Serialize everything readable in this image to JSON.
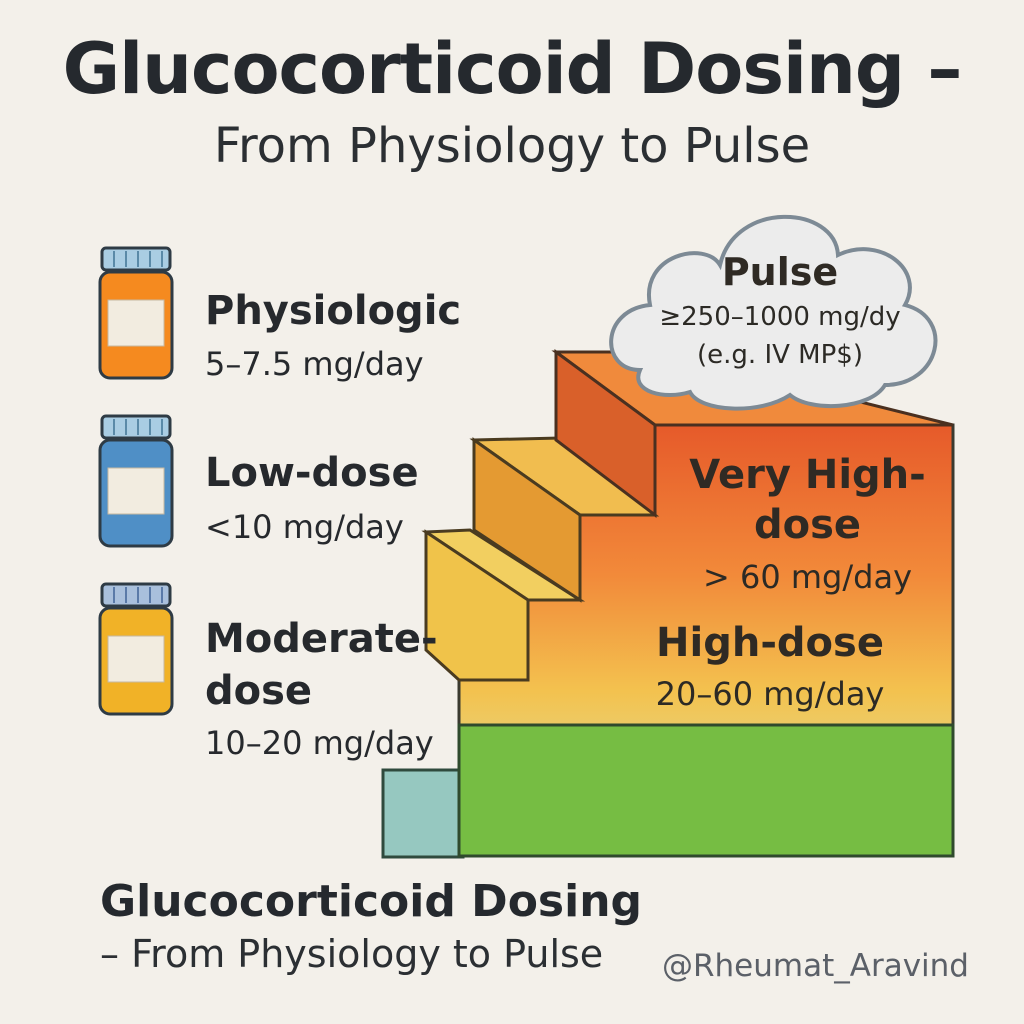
{
  "header": {
    "title": "Glucocorticoid Dosing –",
    "subtitle": "From Physiology to Pulse"
  },
  "legend": {
    "items": [
      {
        "name": "Physiologic",
        "value": "5–7.5 mg/day",
        "color": "#f58a1f",
        "icon": "pill-bottle-icon"
      },
      {
        "name": "Low-dose",
        "value": "<10 mg/day",
        "color": "#4f8fc6",
        "icon": "pill-bottle-icon"
      },
      {
        "name_line1": "Moderate-",
        "name_line2": "dose",
        "value": "10–20 mg/day",
        "color": "#f1b227",
        "icon": "pill-bottle-icon"
      }
    ]
  },
  "tiers": {
    "pulse": {
      "name": "Pulse",
      "value": "≥250–1000 mg/dy",
      "note": "(e.g. IV MP$)",
      "icon": "cloud-icon"
    },
    "very_high": {
      "name_line1": "Very High-",
      "name_line2": "dose",
      "value": "> 60 mg/day"
    },
    "high": {
      "name": "High-dose",
      "value": "20–60 mg/day"
    }
  },
  "colors": {
    "background": "#f3f0ea",
    "green": "#76bd43",
    "teal": "#96c8c0",
    "orange_top": "#e8602a",
    "yellow": "#efc24a"
  },
  "footer": {
    "title": "Glucocorticoid Dosing",
    "subtitle": "– From Physiology to Pulse",
    "handle": "@Rheumat_Aravind"
  }
}
